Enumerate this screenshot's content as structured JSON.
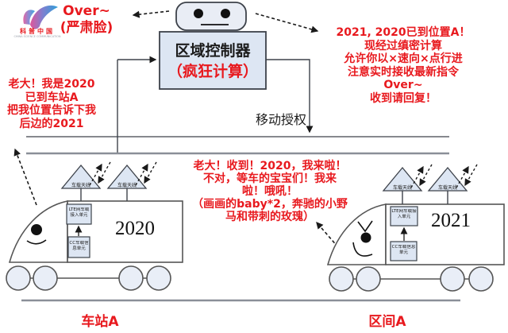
{
  "colors": {
    "red": "#e8191e",
    "box_fill": "#dde6f3",
    "line_dark": "#3d424a",
    "line_gray": "#8a8f98"
  },
  "logo": {
    "name": "科普中国",
    "subtitle": "CHINA SCIENCE COMMUNICATION"
  },
  "top": {
    "over_line1": "Over~",
    "over_line2": "(严肃脸)"
  },
  "controller": {
    "line1": "区域控制器",
    "line2": "（疯狂计算）"
  },
  "mobile_authorization": "移动授权",
  "speech_left": {
    "lines": [
      "老大！我是2020",
      "已到车站A",
      "把我位置告诉下我",
      "后边的2021"
    ]
  },
  "speech_right": {
    "lines": [
      "2021, 2020已到位置A！",
      "现经过缜密计算",
      "允许你以×速向×点行进",
      "注意实时接收最新指令",
      "Over~",
      "收到请回复！"
    ]
  },
  "speech_center": {
    "lines": [
      "老大！收到！2020，我来啦！",
      "不对，等车的宝宝们！我来",
      "啦！哦吼！",
      "（画画的baby*2，奔驰的小野",
      "马和带刺的玫瑰）"
    ]
  },
  "train_left": {
    "number": "2020",
    "antenna": "车载天线",
    "lte_unit": "LTE网车载接入单元",
    "cc_unit": "CC车载信息单元"
  },
  "train_right": {
    "number": "2021",
    "antenna": "车载天线",
    "lte_unit": "LTE网车载接入单元",
    "cc_unit": "CC车载信息单元"
  },
  "track": {
    "station": "车站A",
    "section": "区间A"
  }
}
